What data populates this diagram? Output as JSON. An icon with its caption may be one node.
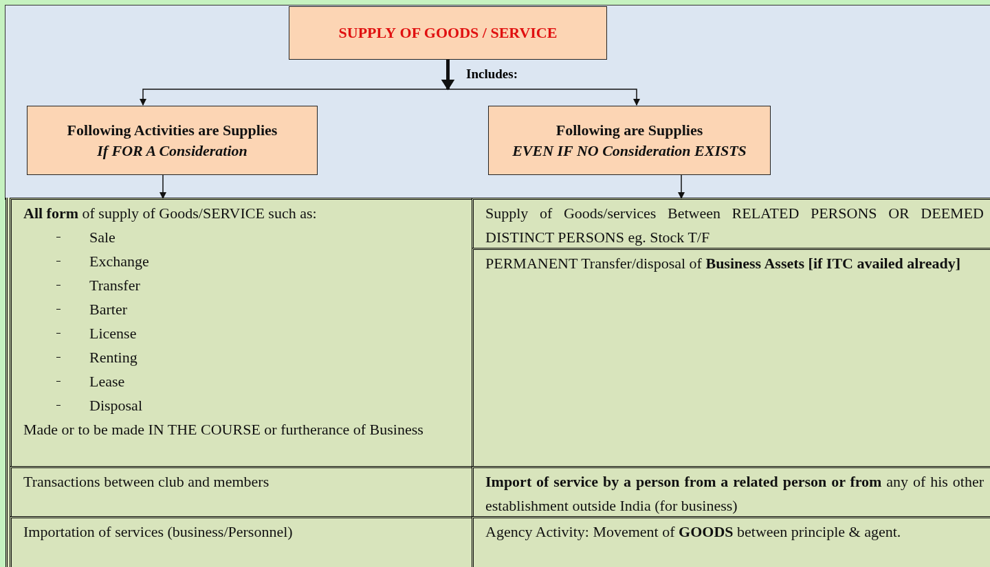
{
  "diagram": {
    "nodes": [
      {
        "text": [
          "**SUPPLY** OF GOODS / SERVICE"
        ]
      },
      {
        "text": [
          "Following Activities are Supplies",
          "If FOR A Consideration"
        ]
      },
      {
        "text": [
          "Following are Supplies",
          "EVEN IF NO Consideration EXISTS"
        ]
      },
      {
        "text": [
          "**All form** of supply of Goods/SERVICE such as:",
          "Sale",
          "Exchange",
          "Transfer",
          "Barter",
          "License",
          "Renting",
          "Lease",
          "Disposal",
          "Made or to be made IN THE COURSE or furtherance of Business"
        ]
      },
      {
        "text": [
          "Supply of Goods/services Between RELATED PERSONS OR DEEMED DISTINCT PERSONS eg. Stock T/F"
        ]
      },
      {
        "text": [
          "PERMANENT Transfer/disposal of **Business Assets [if ITC availed already]**"
        ]
      },
      {
        "text": [
          "Transactions between club and members"
        ]
      },
      {
        "text": [
          "**Import of service by a person from a related person or from** any of his other establishment outside India (for business)"
        ]
      },
      {
        "text": [
          "Importation of services (business/Personnel)"
        ]
      },
      {
        "text": [
          "Agency Activity: Movement of **GOODS** between principle & agent."
        ]
      }
    ],
    "edges": [
      {
        "from": 0,
        "to": 1,
        "arrow": "to"
      },
      {
        "from": 0,
        "to": 2,
        "arrow": "to"
      },
      {
        "from": 1,
        "to": 3,
        "arrow": "to"
      },
      {
        "from": 2,
        "to": 4,
        "arrow": "to"
      }
    ],
    "labels": [
      "Includes:"
    ]
  }
}
